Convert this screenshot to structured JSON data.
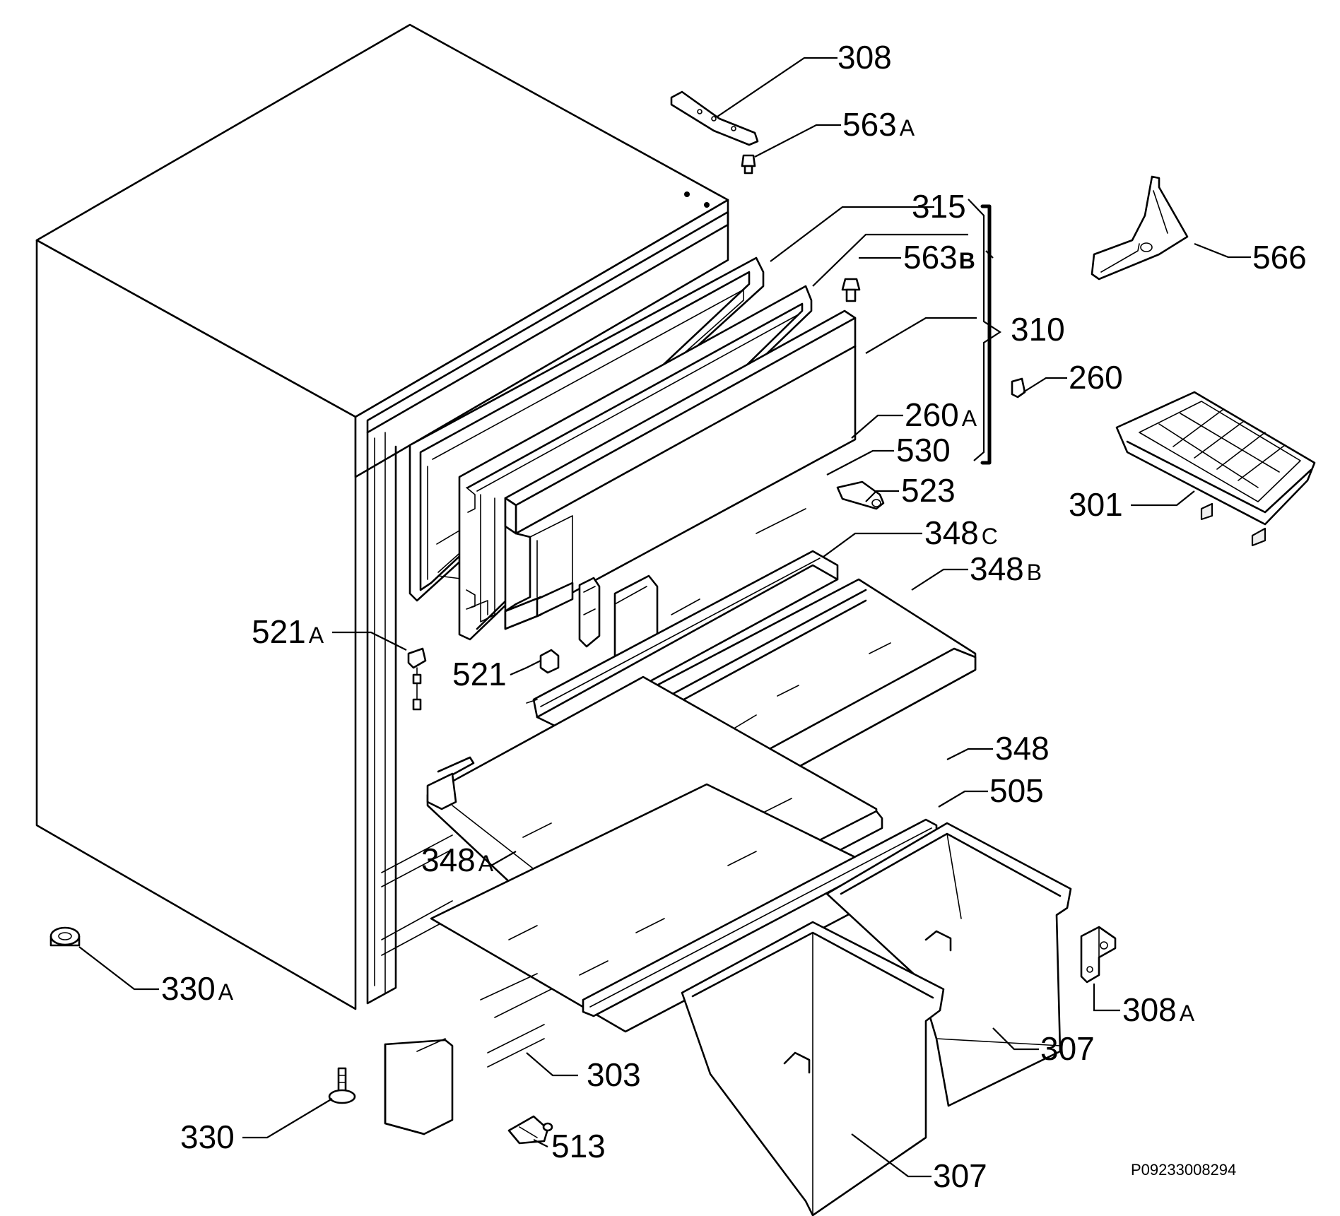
{
  "labels": {
    "l308": {
      "num": "308",
      "suf": ""
    },
    "l563a": {
      "num": "563",
      "suf": "A"
    },
    "l315": {
      "num": "315",
      "suf": ""
    },
    "l563b": {
      "num": "563",
      "suf": "B"
    },
    "l566": {
      "num": "566",
      "suf": ""
    },
    "l310": {
      "num": "310",
      "suf": ""
    },
    "l260": {
      "num": "260",
      "suf": ""
    },
    "l260a": {
      "num": "260",
      "suf": "A"
    },
    "l530": {
      "num": "530",
      "suf": ""
    },
    "l523": {
      "num": "523",
      "suf": ""
    },
    "l301": {
      "num": "301",
      "suf": ""
    },
    "l348c": {
      "num": "348",
      "suf": "C"
    },
    "l348b": {
      "num": "348",
      "suf": "B"
    },
    "l521a": {
      "num": "521",
      "suf": "A"
    },
    "l521": {
      "num": "521",
      "suf": ""
    },
    "l348": {
      "num": "348",
      "suf": ""
    },
    "l505": {
      "num": "505",
      "suf": ""
    },
    "l348a": {
      "num": "348",
      "suf": "A"
    },
    "l330a": {
      "num": "330",
      "suf": "A"
    },
    "l308a": {
      "num": "308",
      "suf": "A"
    },
    "l307r": {
      "num": "307",
      "suf": ""
    },
    "l303": {
      "num": "303",
      "suf": ""
    },
    "l330": {
      "num": "330",
      "suf": ""
    },
    "l513": {
      "num": "513",
      "suf": ""
    },
    "l307b": {
      "num": "307",
      "suf": ""
    }
  },
  "reference_code": "P09233008294",
  "colors": {
    "ink": "#000000",
    "paper": "#ffffff"
  }
}
